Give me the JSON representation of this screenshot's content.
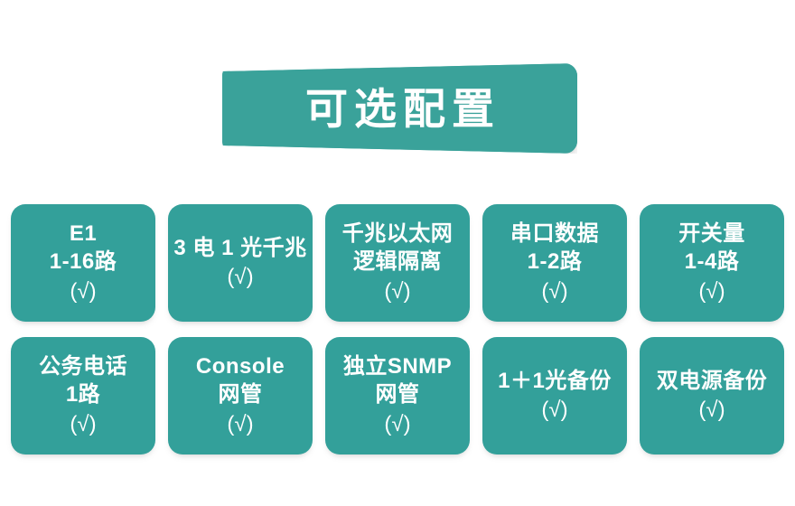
{
  "header": {
    "title": "可选配置",
    "banner_color": "#3aa29a",
    "title_color": "#ffffff"
  },
  "grid": {
    "columns": 5,
    "rows": 2,
    "card_color": "#33a09a",
    "text_color": "#ffffff",
    "check_symbol": "(√)",
    "cards": [
      {
        "line1": "E1",
        "line2": "1-16路",
        "check": "(√)"
      },
      {
        "line1": "3 电 1 光千兆",
        "line2": "",
        "check": "(√)"
      },
      {
        "line1": "千兆以太网",
        "line2": "逻辑隔离",
        "check": "(√)"
      },
      {
        "line1": "串口数据",
        "line2": "1-2路",
        "check": "(√)"
      },
      {
        "line1": "开关量",
        "line2": "1-4路",
        "check": "(√)"
      },
      {
        "line1": "公务电话",
        "line2": "1路",
        "check": "(√)"
      },
      {
        "line1": "Console",
        "line2": "网管",
        "check": "(√)"
      },
      {
        "line1": "独立SNMP",
        "line2": "网管",
        "check": "(√)"
      },
      {
        "line1": "1＋1光备份",
        "line2": "",
        "check": "(√)"
      },
      {
        "line1": "双电源备份",
        "line2": "",
        "check": "(√)"
      }
    ]
  }
}
